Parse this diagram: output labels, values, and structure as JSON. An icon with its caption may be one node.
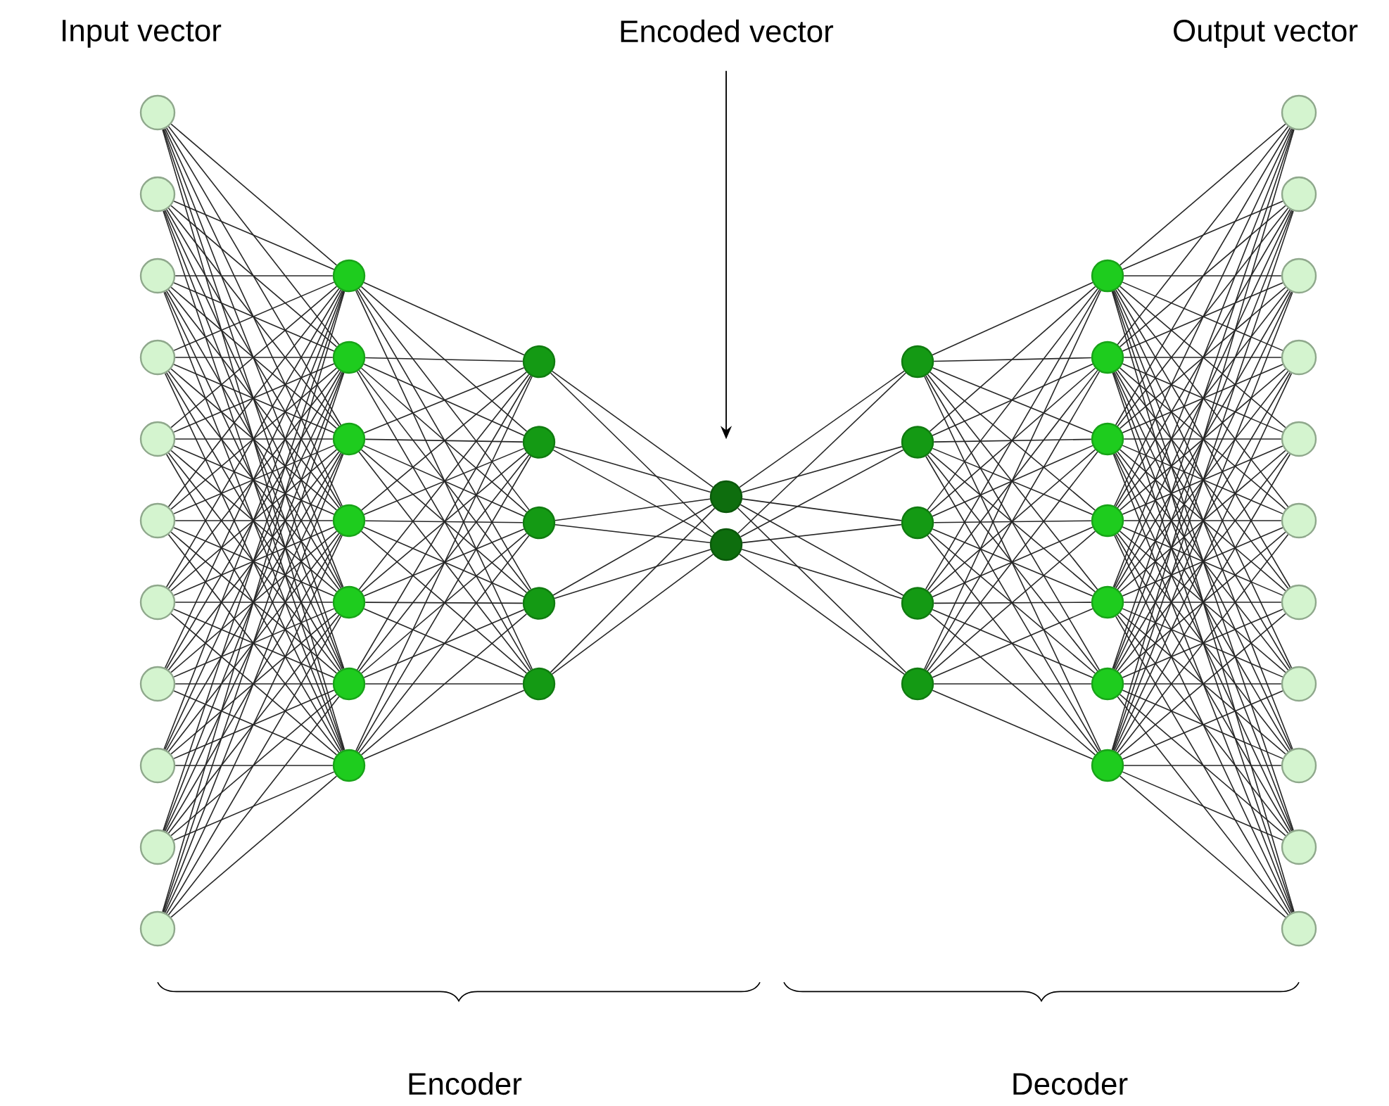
{
  "diagram": {
    "nodes": [
      {
        "text": [],
        "shape": "circle"
      },
      {
        "text": [],
        "shape": "circle"
      },
      {
        "text": [],
        "shape": "circle"
      },
      {
        "text": [],
        "shape": "circle"
      },
      {
        "text": [],
        "shape": "circle"
      },
      {
        "text": [],
        "shape": "circle"
      },
      {
        "text": [],
        "shape": "circle"
      },
      {
        "text": [],
        "shape": "circle"
      },
      {
        "text": [],
        "shape": "circle"
      },
      {
        "text": [],
        "shape": "circle"
      },
      {
        "text": [],
        "shape": "circle"
      },
      {
        "text": [],
        "shape": "circle"
      },
      {
        "text": [],
        "shape": "circle"
      },
      {
        "text": [],
        "shape": "circle"
      },
      {
        "text": [],
        "shape": "circle"
      },
      {
        "text": [],
        "shape": "circle"
      },
      {
        "text": [],
        "shape": "circle"
      },
      {
        "text": [],
        "shape": "circle"
      },
      {
        "text": [],
        "shape": "circle"
      },
      {
        "text": [],
        "shape": "circle"
      },
      {
        "text": [],
        "shape": "circle"
      },
      {
        "text": [],
        "shape": "circle"
      },
      {
        "text": [],
        "shape": "circle"
      },
      {
        "text": [],
        "shape": "circle"
      },
      {
        "text": [],
        "shape": "circle"
      },
      {
        "text": [],
        "shape": "circle"
      },
      {
        "text": [],
        "shape": "circle"
      },
      {
        "text": [],
        "shape": "circle"
      },
      {
        "text": [],
        "shape": "circle"
      },
      {
        "text": [],
        "shape": "circle"
      },
      {
        "text": [],
        "shape": "circle"
      },
      {
        "text": [],
        "shape": "circle"
      },
      {
        "text": [],
        "shape": "circle"
      },
      {
        "text": [],
        "shape": "circle"
      },
      {
        "text": [],
        "shape": "circle"
      },
      {
        "text": [],
        "shape": "circle"
      },
      {
        "text": [],
        "shape": "circle"
      },
      {
        "text": [],
        "shape": "circle"
      },
      {
        "text": [],
        "shape": "circle"
      },
      {
        "text": [],
        "shape": "circle"
      },
      {
        "text": [],
        "shape": "circle"
      },
      {
        "text": [],
        "shape": "circle"
      },
      {
        "text": [],
        "shape": "circle"
      },
      {
        "text": [],
        "shape": "circle"
      },
      {
        "text": [],
        "shape": "circle"
      },
      {
        "text": [],
        "shape": "circle"
      },
      {
        "text": [],
        "shape": "circle"
      },
      {
        "text": [],
        "shape": "circle"
      },
      {
        "text": [
          "Encoded vector"
        ]
      }
    ],
    "edges": [
      {
        "from": 0,
        "to": 11,
        "arrow": "none"
      },
      {
        "from": 0,
        "to": 12,
        "arrow": "none"
      },
      {
        "from": 0,
        "to": 13,
        "arrow": "none"
      },
      {
        "from": 0,
        "to": 14,
        "arrow": "none"
      },
      {
        "from": 0,
        "to": 15,
        "arrow": "none"
      },
      {
        "from": 0,
        "to": 16,
        "arrow": "none"
      },
      {
        "from": 0,
        "to": 17,
        "arrow": "none"
      },
      {
        "from": 1,
        "to": 11,
        "arrow": "none"
      },
      {
        "from": 1,
        "to": 12,
        "arrow": "none"
      },
      {
        "from": 1,
        "to": 13,
        "arrow": "none"
      },
      {
        "from": 1,
        "to": 14,
        "arrow": "none"
      },
      {
        "from": 1,
        "to": 15,
        "arrow": "none"
      },
      {
        "from": 1,
        "to": 16,
        "arrow": "none"
      },
      {
        "from": 1,
        "to": 17,
        "arrow": "none"
      },
      {
        "from": 2,
        "to": 11,
        "arrow": "none"
      },
      {
        "from": 2,
        "to": 12,
        "arrow": "none"
      },
      {
        "from": 2,
        "to": 13,
        "arrow": "none"
      },
      {
        "from": 2,
        "to": 14,
        "arrow": "none"
      },
      {
        "from": 2,
        "to": 15,
        "arrow": "none"
      },
      {
        "from": 2,
        "to": 16,
        "arrow": "none"
      },
      {
        "from": 2,
        "to": 17,
        "arrow": "none"
      },
      {
        "from": 3,
        "to": 11,
        "arrow": "none"
      },
      {
        "from": 3,
        "to": 12,
        "arrow": "none"
      },
      {
        "from": 3,
        "to": 13,
        "arrow": "none"
      },
      {
        "from": 3,
        "to": 14,
        "arrow": "none"
      },
      {
        "from": 3,
        "to": 15,
        "arrow": "none"
      },
      {
        "from": 3,
        "to": 16,
        "arrow": "none"
      },
      {
        "from": 3,
        "to": 17,
        "arrow": "none"
      },
      {
        "from": 4,
        "to": 11,
        "arrow": "none"
      },
      {
        "from": 4,
        "to": 12,
        "arrow": "none"
      },
      {
        "from": 4,
        "to": 13,
        "arrow": "none"
      },
      {
        "from": 4,
        "to": 14,
        "arrow": "none"
      },
      {
        "from": 4,
        "to": 15,
        "arrow": "none"
      },
      {
        "from": 4,
        "to": 16,
        "arrow": "none"
      },
      {
        "from": 4,
        "to": 17,
        "arrow": "none"
      },
      {
        "from": 5,
        "to": 11,
        "arrow": "none"
      },
      {
        "from": 5,
        "to": 12,
        "arrow": "none"
      },
      {
        "from": 5,
        "to": 13,
        "arrow": "none"
      },
      {
        "from": 5,
        "to": 14,
        "arrow": "none"
      },
      {
        "from": 5,
        "to": 15,
        "arrow": "none"
      },
      {
        "from": 5,
        "to": 16,
        "arrow": "none"
      },
      {
        "from": 5,
        "to": 17,
        "arrow": "none"
      },
      {
        "from": 6,
        "to": 11,
        "arrow": "none"
      },
      {
        "from": 6,
        "to": 12,
        "arrow": "none"
      },
      {
        "from": 6,
        "to": 13,
        "arrow": "none"
      },
      {
        "from": 6,
        "to": 14,
        "arrow": "none"
      },
      {
        "from": 6,
        "to": 15,
        "arrow": "none"
      },
      {
        "from": 6,
        "to": 16,
        "arrow": "none"
      },
      {
        "from": 6,
        "to": 17,
        "arrow": "none"
      },
      {
        "from": 7,
        "to": 11,
        "arrow": "none"
      },
      {
        "from": 7,
        "to": 12,
        "arrow": "none"
      },
      {
        "from": 7,
        "to": 13,
        "arrow": "none"
      },
      {
        "from": 7,
        "to": 14,
        "arrow": "none"
      },
      {
        "from": 7,
        "to": 15,
        "arrow": "none"
      },
      {
        "from": 7,
        "to": 16,
        "arrow": "none"
      },
      {
        "from": 7,
        "to": 17,
        "arrow": "none"
      },
      {
        "from": 8,
        "to": 11,
        "arrow": "none"
      },
      {
        "from": 8,
        "to": 12,
        "arrow": "none"
      },
      {
        "from": 8,
        "to": 13,
        "arrow": "none"
      },
      {
        "from": 8,
        "to": 14,
        "arrow": "none"
      },
      {
        "from": 8,
        "to": 15,
        "arrow": "none"
      },
      {
        "from": 8,
        "to": 16,
        "arrow": "none"
      },
      {
        "from": 8,
        "to": 17,
        "arrow": "none"
      },
      {
        "from": 9,
        "to": 11,
        "arrow": "none"
      },
      {
        "from": 9,
        "to": 12,
        "arrow": "none"
      },
      {
        "from": 9,
        "to": 13,
        "arrow": "none"
      },
      {
        "from": 9,
        "to": 14,
        "arrow": "none"
      },
      {
        "from": 9,
        "to": 15,
        "arrow": "none"
      },
      {
        "from": 9,
        "to": 16,
        "arrow": "none"
      },
      {
        "from": 9,
        "to": 17,
        "arrow": "none"
      },
      {
        "from": 10,
        "to": 11,
        "arrow": "none"
      },
      {
        "from": 10,
        "to": 12,
        "arrow": "none"
      },
      {
        "from": 10,
        "to": 13,
        "arrow": "none"
      },
      {
        "from": 10,
        "to": 14,
        "arrow": "none"
      },
      {
        "from": 10,
        "to": 15,
        "arrow": "none"
      },
      {
        "from": 10,
        "to": 16,
        "arrow": "none"
      },
      {
        "from": 10,
        "to": 17,
        "arrow": "none"
      },
      {
        "from": 11,
        "to": 18,
        "arrow": "none"
      },
      {
        "from": 11,
        "to": 19,
        "arrow": "none"
      },
      {
        "from": 11,
        "to": 20,
        "arrow": "none"
      },
      {
        "from": 11,
        "to": 21,
        "arrow": "none"
      },
      {
        "from": 11,
        "to": 22,
        "arrow": "none"
      },
      {
        "from": 12,
        "to": 18,
        "arrow": "none"
      },
      {
        "from": 12,
        "to": 19,
        "arrow": "none"
      },
      {
        "from": 12,
        "to": 20,
        "arrow": "none"
      },
      {
        "from": 12,
        "to": 21,
        "arrow": "none"
      },
      {
        "from": 12,
        "to": 22,
        "arrow": "none"
      },
      {
        "from": 13,
        "to": 18,
        "arrow": "none"
      },
      {
        "from": 13,
        "to": 19,
        "arrow": "none"
      },
      {
        "from": 13,
        "to": 20,
        "arrow": "none"
      },
      {
        "from": 13,
        "to": 21,
        "arrow": "none"
      },
      {
        "from": 13,
        "to": 22,
        "arrow": "none"
      },
      {
        "from": 14,
        "to": 18,
        "arrow": "none"
      },
      {
        "from": 14,
        "to": 19,
        "arrow": "none"
      },
      {
        "from": 14,
        "to": 20,
        "arrow": "none"
      },
      {
        "from": 14,
        "to": 21,
        "arrow": "none"
      },
      {
        "from": 14,
        "to": 22,
        "arrow": "none"
      },
      {
        "from": 15,
        "to": 18,
        "arrow": "none"
      },
      {
        "from": 15,
        "to": 19,
        "arrow": "none"
      },
      {
        "from": 15,
        "to": 20,
        "arrow": "none"
      },
      {
        "from": 15,
        "to": 21,
        "arrow": "none"
      },
      {
        "from": 15,
        "to": 22,
        "arrow": "none"
      },
      {
        "from": 16,
        "to": 18,
        "arrow": "none"
      },
      {
        "from": 16,
        "to": 19,
        "arrow": "none"
      },
      {
        "from": 16,
        "to": 20,
        "arrow": "none"
      },
      {
        "from": 16,
        "to": 21,
        "arrow": "none"
      },
      {
        "from": 16,
        "to": 22,
        "arrow": "none"
      },
      {
        "from": 17,
        "to": 18,
        "arrow": "none"
      },
      {
        "from": 17,
        "to": 19,
        "arrow": "none"
      },
      {
        "from": 17,
        "to": 20,
        "arrow": "none"
      },
      {
        "from": 17,
        "to": 21,
        "arrow": "none"
      },
      {
        "from": 17,
        "to": 22,
        "arrow": "none"
      },
      {
        "from": 18,
        "to": 23,
        "arrow": "none"
      },
      {
        "from": 18,
        "to": 24,
        "arrow": "none"
      },
      {
        "from": 19,
        "to": 23,
        "arrow": "none"
      },
      {
        "from": 19,
        "to": 24,
        "arrow": "none"
      },
      {
        "from": 20,
        "to": 23,
        "arrow": "none"
      },
      {
        "from": 20,
        "to": 24,
        "arrow": "none"
      },
      {
        "from": 21,
        "to": 23,
        "arrow": "none"
      },
      {
        "from": 21,
        "to": 24,
        "arrow": "none"
      },
      {
        "from": 22,
        "to": 23,
        "arrow": "none"
      },
      {
        "from": 22,
        "to": 24,
        "arrow": "none"
      },
      {
        "from": 23,
        "to": 25,
        "arrow": "none"
      },
      {
        "from": 23,
        "to": 26,
        "arrow": "none"
      },
      {
        "from": 23,
        "to": 27,
        "arrow": "none"
      },
      {
        "from": 23,
        "to": 28,
        "arrow": "none"
      },
      {
        "from": 23,
        "to": 29,
        "arrow": "none"
      },
      {
        "from": 24,
        "to": 25,
        "arrow": "none"
      },
      {
        "from": 24,
        "to": 26,
        "arrow": "none"
      },
      {
        "from": 24,
        "to": 27,
        "arrow": "none"
      },
      {
        "from": 24,
        "to": 28,
        "arrow": "none"
      },
      {
        "from": 24,
        "to": 29,
        "arrow": "none"
      },
      {
        "from": 25,
        "to": 30,
        "arrow": "none"
      },
      {
        "from": 25,
        "to": 31,
        "arrow": "none"
      },
      {
        "from": 25,
        "to": 32,
        "arrow": "none"
      },
      {
        "from": 25,
        "to": 33,
        "arrow": "none"
      },
      {
        "from": 25,
        "to": 34,
        "arrow": "none"
      },
      {
        "from": 25,
        "to": 35,
        "arrow": "none"
      },
      {
        "from": 25,
        "to": 36,
        "arrow": "none"
      },
      {
        "from": 26,
        "to": 30,
        "arrow": "none"
      },
      {
        "from": 26,
        "to": 31,
        "arrow": "none"
      },
      {
        "from": 26,
        "to": 32,
        "arrow": "none"
      },
      {
        "from": 26,
        "to": 33,
        "arrow": "none"
      },
      {
        "from": 26,
        "to": 34,
        "arrow": "none"
      },
      {
        "from": 26,
        "to": 35,
        "arrow": "none"
      },
      {
        "from": 26,
        "to": 36,
        "arrow": "none"
      },
      {
        "from": 27,
        "to": 30,
        "arrow": "none"
      },
      {
        "from": 27,
        "to": 31,
        "arrow": "none"
      },
      {
        "from": 27,
        "to": 32,
        "arrow": "none"
      },
      {
        "from": 27,
        "to": 33,
        "arrow": "none"
      },
      {
        "from": 27,
        "to": 34,
        "arrow": "none"
      },
      {
        "from": 27,
        "to": 35,
        "arrow": "none"
      },
      {
        "from": 27,
        "to": 36,
        "arrow": "none"
      },
      {
        "from": 28,
        "to": 30,
        "arrow": "none"
      },
      {
        "from": 28,
        "to": 31,
        "arrow": "none"
      },
      {
        "from": 28,
        "to": 32,
        "arrow": "none"
      },
      {
        "from": 28,
        "to": 33,
        "arrow": "none"
      },
      {
        "from": 28,
        "to": 34,
        "arrow": "none"
      },
      {
        "from": 28,
        "to": 35,
        "arrow": "none"
      },
      {
        "from": 28,
        "to": 36,
        "arrow": "none"
      },
      {
        "from": 29,
        "to": 30,
        "arrow": "none"
      },
      {
        "from": 29,
        "to": 31,
        "arrow": "none"
      },
      {
        "from": 29,
        "to": 32,
        "arrow": "none"
      },
      {
        "from": 29,
        "to": 33,
        "arrow": "none"
      },
      {
        "from": 29,
        "to": 34,
        "arrow": "none"
      },
      {
        "from": 29,
        "to": 35,
        "arrow": "none"
      },
      {
        "from": 29,
        "to": 36,
        "arrow": "none"
      },
      {
        "from": 30,
        "to": 37,
        "arrow": "none"
      },
      {
        "from": 30,
        "to": 38,
        "arrow": "none"
      },
      {
        "from": 30,
        "to": 39,
        "arrow": "none"
      },
      {
        "from": 30,
        "to": 40,
        "arrow": "none"
      },
      {
        "from": 30,
        "to": 41,
        "arrow": "none"
      },
      {
        "from": 30,
        "to": 42,
        "arrow": "none"
      },
      {
        "from": 30,
        "to": 43,
        "arrow": "none"
      },
      {
        "from": 30,
        "to": 44,
        "arrow": "none"
      },
      {
        "from": 30,
        "to": 45,
        "arrow": "none"
      },
      {
        "from": 30,
        "to": 46,
        "arrow": "none"
      },
      {
        "from": 30,
        "to": 47,
        "arrow": "none"
      },
      {
        "from": 31,
        "to": 37,
        "arrow": "none"
      },
      {
        "from": 31,
        "to": 38,
        "arrow": "none"
      },
      {
        "from": 31,
        "to": 39,
        "arrow": "none"
      },
      {
        "from": 31,
        "to": 40,
        "arrow": "none"
      },
      {
        "from": 31,
        "to": 41,
        "arrow": "none"
      },
      {
        "from": 31,
        "to": 42,
        "arrow": "none"
      },
      {
        "from": 31,
        "to": 43,
        "arrow": "none"
      },
      {
        "from": 31,
        "to": 44,
        "arrow": "none"
      },
      {
        "from": 31,
        "to": 45,
        "arrow": "none"
      },
      {
        "from": 31,
        "to": 46,
        "arrow": "none"
      },
      {
        "from": 31,
        "to": 47,
        "arrow": "none"
      },
      {
        "from": 32,
        "to": 37,
        "arrow": "none"
      },
      {
        "from": 32,
        "to": 38,
        "arrow": "none"
      },
      {
        "from": 32,
        "to": 39,
        "arrow": "none"
      },
      {
        "from": 32,
        "to": 40,
        "arrow": "none"
      },
      {
        "from": 32,
        "to": 41,
        "arrow": "none"
      },
      {
        "from": 32,
        "to": 42,
        "arrow": "none"
      },
      {
        "from": 32,
        "to": 43,
        "arrow": "none"
      },
      {
        "from": 32,
        "to": 44,
        "arrow": "none"
      },
      {
        "from": 32,
        "to": 45,
        "arrow": "none"
      },
      {
        "from": 32,
        "to": 46,
        "arrow": "none"
      },
      {
        "from": 32,
        "to": 47,
        "arrow": "none"
      },
      {
        "from": 33,
        "to": 37,
        "arrow": "none"
      },
      {
        "from": 33,
        "to": 38,
        "arrow": "none"
      },
      {
        "from": 33,
        "to": 39,
        "arrow": "none"
      },
      {
        "from": 33,
        "to": 40,
        "arrow": "none"
      },
      {
        "from": 33,
        "to": 41,
        "arrow": "none"
      },
      {
        "from": 33,
        "to": 42,
        "arrow": "none"
      },
      {
        "from": 33,
        "to": 43,
        "arrow": "none"
      },
      {
        "from": 33,
        "to": 44,
        "arrow": "none"
      },
      {
        "from": 33,
        "to": 45,
        "arrow": "none"
      },
      {
        "from": 33,
        "to": 46,
        "arrow": "none"
      },
      {
        "from": 33,
        "to": 47,
        "arrow": "none"
      },
      {
        "from": 34,
        "to": 37,
        "arrow": "none"
      },
      {
        "from": 34,
        "to": 38,
        "arrow": "none"
      },
      {
        "from": 34,
        "to": 39,
        "arrow": "none"
      },
      {
        "from": 34,
        "to": 40,
        "arrow": "none"
      },
      {
        "from": 34,
        "to": 41,
        "arrow": "none"
      },
      {
        "from": 34,
        "to": 42,
        "arrow": "none"
      },
      {
        "from": 34,
        "to": 43,
        "arrow": "none"
      },
      {
        "from": 34,
        "to": 44,
        "arrow": "none"
      },
      {
        "from": 34,
        "to": 45,
        "arrow": "none"
      },
      {
        "from": 34,
        "to": 46,
        "arrow": "none"
      },
      {
        "from": 34,
        "to": 47,
        "arrow": "none"
      },
      {
        "from": 35,
        "to": 37,
        "arrow": "none"
      },
      {
        "from": 35,
        "to": 38,
        "arrow": "none"
      },
      {
        "from": 35,
        "to": 39,
        "arrow": "none"
      },
      {
        "from": 35,
        "to": 40,
        "arrow": "none"
      },
      {
        "from": 35,
        "to": 41,
        "arrow": "none"
      },
      {
        "from": 35,
        "to": 42,
        "arrow": "none"
      },
      {
        "from": 35,
        "to": 43,
        "arrow": "none"
      },
      {
        "from": 35,
        "to": 44,
        "arrow": "none"
      },
      {
        "from": 35,
        "to": 45,
        "arrow": "none"
      },
      {
        "from": 35,
        "to": 46,
        "arrow": "none"
      },
      {
        "from": 35,
        "to": 47,
        "arrow": "none"
      },
      {
        "from": 36,
        "to": 37,
        "arrow": "none"
      },
      {
        "from": 36,
        "to": 38,
        "arrow": "none"
      },
      {
        "from": 36,
        "to": 39,
        "arrow": "none"
      },
      {
        "from": 36,
        "to": 40,
        "arrow": "none"
      },
      {
        "from": 36,
        "to": 41,
        "arrow": "none"
      },
      {
        "from": 36,
        "to": 42,
        "arrow": "none"
      },
      {
        "from": 36,
        "to": 43,
        "arrow": "none"
      },
      {
        "from": 36,
        "to": 44,
        "arrow": "none"
      },
      {
        "from": 36,
        "to": 45,
        "arrow": "none"
      },
      {
        "from": 36,
        "to": 46,
        "arrow": "none"
      },
      {
        "from": 36,
        "to": 47,
        "arrow": "none"
      },
      {
        "from": 48,
        "to": 23,
        "arrow": "to"
      }
    ],
    "labels": [
      "Input vector",
      "Output vector",
      "Encoder",
      "Decoder"
    ]
  }
}
